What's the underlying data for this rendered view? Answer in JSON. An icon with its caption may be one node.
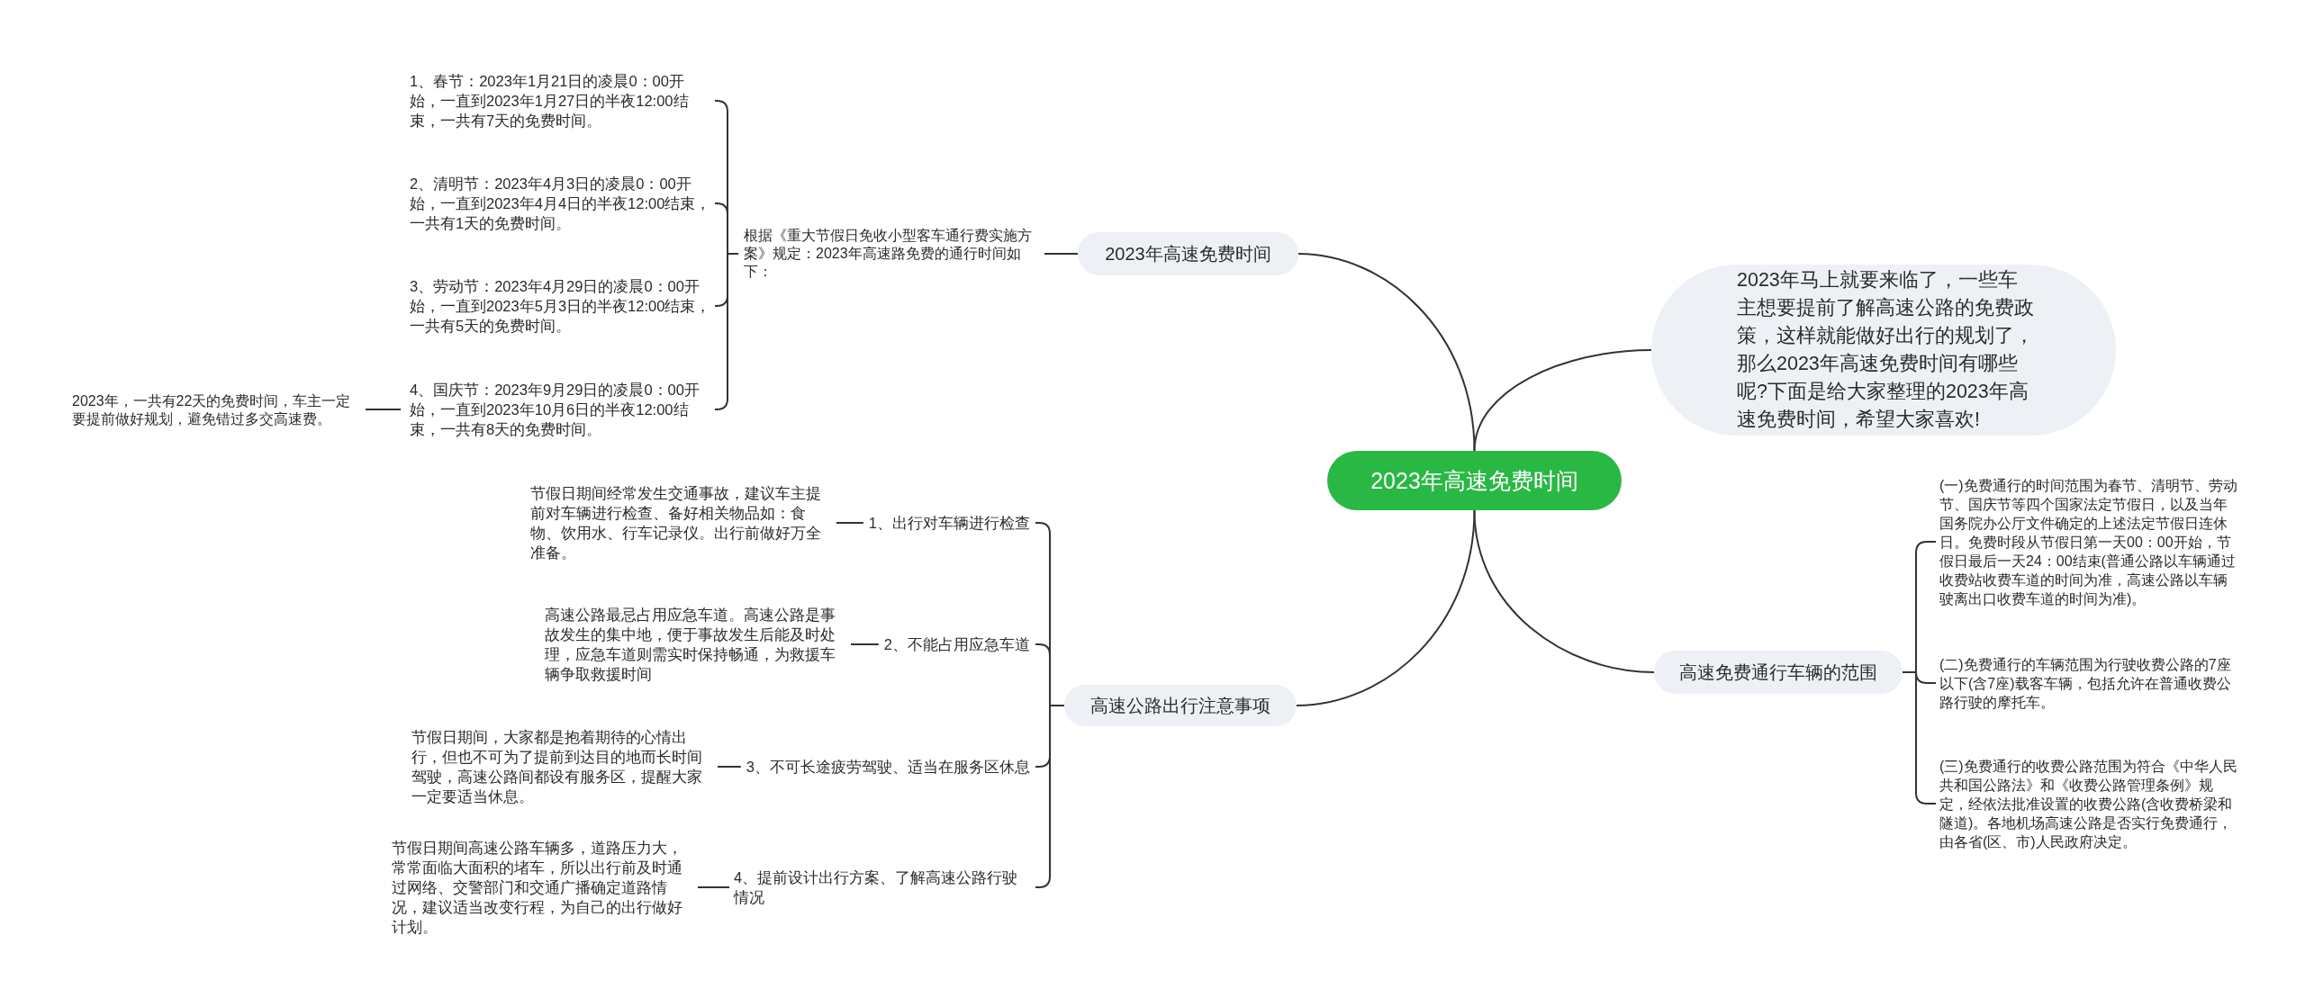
{
  "diagram": {
    "nodes": [
      {
        "text": [
          "2023年高速免费时间"
        ]
      },
      {
        "text": [
          "2023年高速免费时间"
        ]
      },
      {
        "text": [
          "根据《重大节假日免收小型客车通行费实施方案》规定：2023年高速路免费的通行时间如下："
        ]
      },
      {
        "text": [
          "1、春节：2023年1月21日的凌晨0：00开始，一直到2023年1月27日的半夜12:00结束，一共有7天的免费时间。"
        ]
      },
      {
        "text": [
          "2、清明节：2023年4月3日的凌晨0：00开始，一直到2023年4月4日的半夜12:00结束，一共有1天的免费时间。"
        ]
      },
      {
        "text": [
          "3、劳动节：2023年4月29日的凌晨0：00开始，一直到2023年5月3日的半夜12:00结束，一共有5天的免费时间。"
        ]
      },
      {
        "text": [
          "4、国庆节：2023年9月29日的凌晨0：00开始，一直到2023年10月6日的半夜12:00结束，一共有8天的免费时间。"
        ]
      },
      {
        "text": [
          "2023年，一共有22天的免费时间，车主一定要提前做好规划，避免错过多交高速费。"
        ]
      },
      {
        "text": [
          "高速公路出行注意事项"
        ]
      },
      {
        "text": [
          "1、出行对车辆进行检查"
        ]
      },
      {
        "text": [
          "节假日期间经常发生交通事故，建议车主提前对车辆进行检查、备好相关物品如：食物、饮用水、行车记录仪。出行前做好万全准备。"
        ]
      },
      {
        "text": [
          "2、不能占用应急车道"
        ]
      },
      {
        "text": [
          "高速公路最忌占用应急车道。高速公路是事故发生的集中地，便于事故发生后能及时处理，应急车道则需实时保持畅通，为救援车辆争取救援时间"
        ]
      },
      {
        "text": [
          "3、不可长途疲劳驾驶、适当在服务区休息"
        ]
      },
      {
        "text": [
          "节假日期间，大家都是抱着期待的心情出行，但也不可为了提前到达目的地而长时间驾驶，高速公路间都设有服务区，提醒大家一定要适当休息。"
        ]
      },
      {
        "text": [
          "4、提前设计出行方案、了解高速公路行驶情况"
        ]
      },
      {
        "text": [
          "节假日期间高速公路车辆多，道路压力大，常常面临大面积的堵车，所以出行前及时通过网络、交警部门和交通广播确定道路情况，建议适当改变行程，为自己的出行做好计划。"
        ]
      },
      {
        "text": [
          "2023年马上就要来临了，一些车主想要提前了解高速公路的免费政策，这样就能做好出行的规划了，那么2023年高速免费时间有哪些呢?下面是给大家整理的2023年高速免费时间，希望大家喜欢!"
        ]
      },
      {
        "text": [
          "高速免费通行车辆的范围"
        ]
      },
      {
        "text": [
          "(一)免费通行的时间范围为春节、清明节、劳动节、国庆节等四个国家法定节假日，以及当年国务院办公厅文件确定的上述法定节假日连休日。免费时段从节假日第一天00：00开始，节假日最后一天24：00结束(普通公路以车辆通过收费站收费车道的时间为准，高速公路以车辆驶离出口收费车道的时间为准)。"
        ]
      },
      {
        "text": [
          "(二)免费通行的车辆范围为行驶收费公路的7座以下(含7座)载客车辆，包括允许在普通收费公路行驶的摩托车。"
        ]
      },
      {
        "text": [
          "(三)免费通行的收费公路范围为符合《中华人民共和国公路法》和《收费公路管理条例》规定，经依法批准设置的收费公路(含收费桥梁和隧道)。各地机场高速公路是否实行免费通行，由各省(区、市)人民政府决定。"
        ]
      }
    ],
    "edges": [
      {
        "from": 0,
        "to": 1,
        "arrow": "none"
      },
      {
        "from": 1,
        "to": 2,
        "arrow": "none"
      },
      {
        "from": 2,
        "to": 3,
        "arrow": "none"
      },
      {
        "from": 2,
        "to": 4,
        "arrow": "none"
      },
      {
        "from": 2,
        "to": 5,
        "arrow": "none"
      },
      {
        "from": 2,
        "to": 6,
        "arrow": "none"
      },
      {
        "from": 6,
        "to": 7,
        "arrow": "none"
      },
      {
        "from": 0,
        "to": 8,
        "arrow": "none"
      },
      {
        "from": 8,
        "to": 9,
        "arrow": "none"
      },
      {
        "from": 9,
        "to": 10,
        "arrow": "none"
      },
      {
        "from": 8,
        "to": 11,
        "arrow": "none"
      },
      {
        "from": 11,
        "to": 12,
        "arrow": "none"
      },
      {
        "from": 8,
        "to": 13,
        "arrow": "none"
      },
      {
        "from": 13,
        "to": 14,
        "arrow": "none"
      },
      {
        "from": 8,
        "to": 15,
        "arrow": "none"
      },
      {
        "from": 15,
        "to": 16,
        "arrow": "none"
      },
      {
        "from": 0,
        "to": 17,
        "arrow": "none"
      },
      {
        "from": 0,
        "to": 18,
        "arrow": "none"
      },
      {
        "from": 18,
        "to": 19,
        "arrow": "none"
      },
      {
        "from": 18,
        "to": 20,
        "arrow": "none"
      },
      {
        "from": 18,
        "to": 21,
        "arrow": "none"
      }
    ]
  }
}
